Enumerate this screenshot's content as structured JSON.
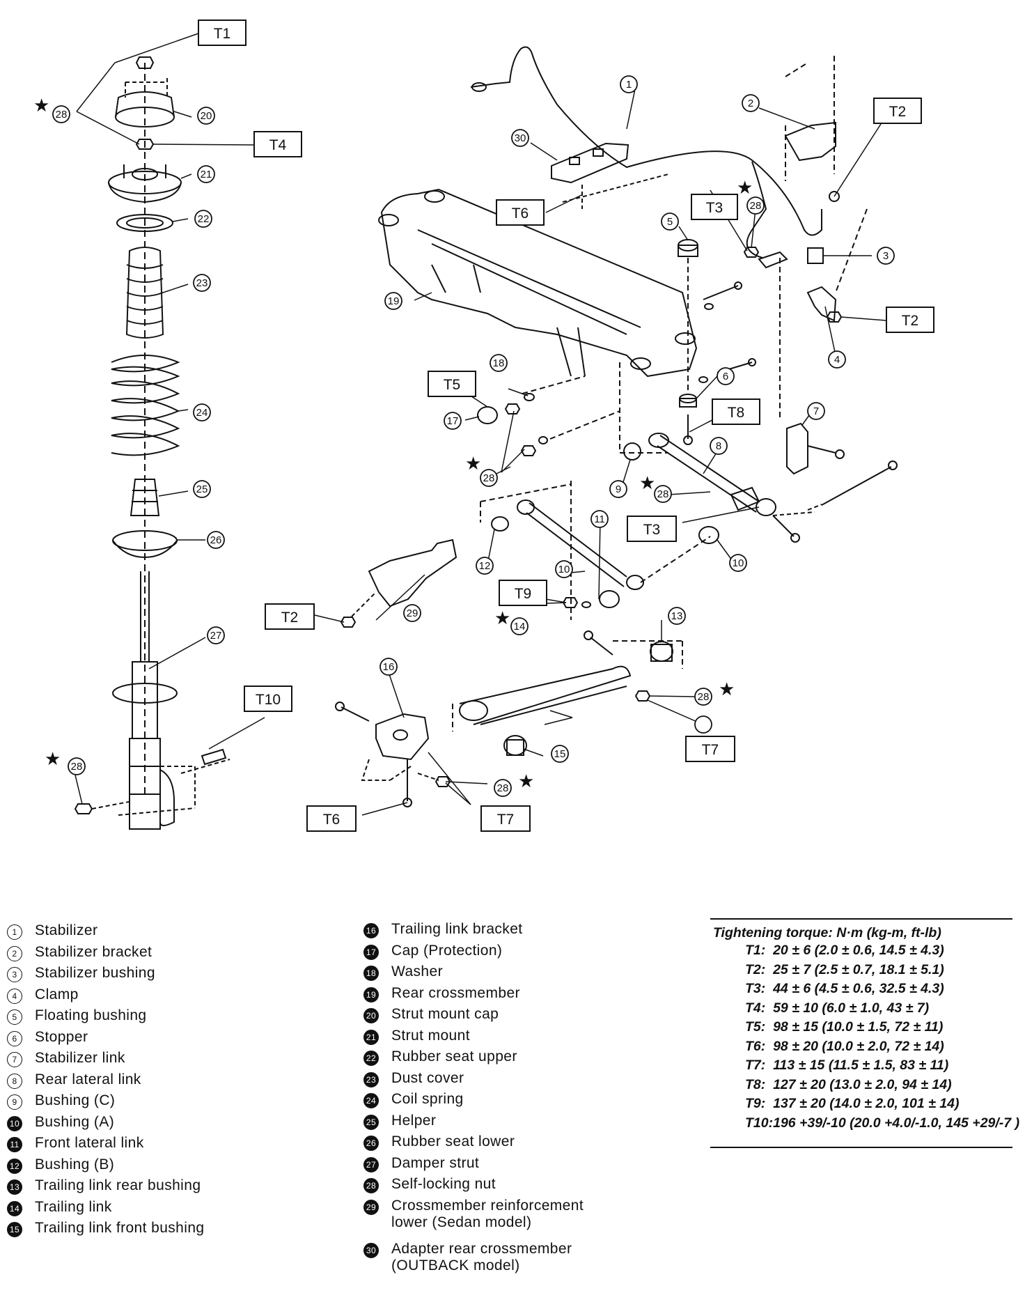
{
  "diagram": {
    "torque_boxes": {
      "t1": "T1",
      "t4": "T4",
      "t6a": "T6",
      "t3a": "T3",
      "t2a": "T2",
      "t2b": "T2",
      "t5": "T5",
      "t8": "T8",
      "t3b": "T3",
      "t9": "T9",
      "t2c": "T2",
      "t10": "T10",
      "t6b": "T6",
      "t7a": "T7",
      "t7b": "T7"
    },
    "callouts": {
      "c1": "1",
      "c2": "2",
      "c3": "3",
      "c4": "4",
      "c5": "5",
      "c6": "6",
      "c7": "7",
      "c8": "8",
      "c9": "9",
      "c10a": "10",
      "c10b": "10",
      "c11": "11",
      "c12": "12",
      "c13": "13",
      "c14": "14",
      "c15": "15",
      "c16": "16",
      "c17": "17",
      "c18": "18",
      "c19": "19",
      "c20": "20",
      "c21": "21",
      "c22": "22",
      "c23": "23",
      "c24": "24",
      "c25": "25",
      "c26": "26",
      "c27": "27",
      "c28a": "28",
      "c28b": "28",
      "c28c": "28",
      "c28d": "28",
      "c28e": "28",
      "c28f": "28",
      "c28g": "28",
      "c28h": "28",
      "c29": "29",
      "c30": "30"
    },
    "star_glyph": "★"
  },
  "legend_left": [
    {
      "num": "1",
      "label": "Stabilizer"
    },
    {
      "num": "2",
      "label": "Stabilizer bracket"
    },
    {
      "num": "3",
      "label": "Stabilizer bushing"
    },
    {
      "num": "4",
      "label": "Clamp"
    },
    {
      "num": "5",
      "label": "Floating bushing"
    },
    {
      "num": "6",
      "label": "Stopper"
    },
    {
      "num": "7",
      "label": "Stabilizer link"
    },
    {
      "num": "8",
      "label": "Rear lateral link"
    },
    {
      "num": "9",
      "label": "Bushing (C)"
    },
    {
      "num": "10",
      "label": "Bushing (A)"
    },
    {
      "num": "11",
      "label": "Front lateral link"
    },
    {
      "num": "12",
      "label": "Bushing (B)"
    },
    {
      "num": "13",
      "label": "Trailing link rear bushing"
    },
    {
      "num": "14",
      "label": "Trailing link"
    },
    {
      "num": "15",
      "label": "Trailing link front bushing"
    }
  ],
  "legend_mid": [
    {
      "num": "16",
      "label": "Trailing link bracket"
    },
    {
      "num": "17",
      "label": "Cap (Protection)"
    },
    {
      "num": "18",
      "label": "Washer"
    },
    {
      "num": "19",
      "label": "Rear crossmember"
    },
    {
      "num": "20",
      "label": "Strut mount cap"
    },
    {
      "num": "21",
      "label": "Strut mount"
    },
    {
      "num": "22",
      "label": "Rubber seat upper"
    },
    {
      "num": "23",
      "label": "Dust cover"
    },
    {
      "num": "24",
      "label": "Coil spring"
    },
    {
      "num": "25",
      "label": "Helper"
    },
    {
      "num": "26",
      "label": "Rubber seat lower"
    },
    {
      "num": "27",
      "label": "Damper strut"
    },
    {
      "num": "28",
      "label": "Self-locking nut"
    },
    {
      "num": "29",
      "label": "Crossmember reinforcement\nlower (Sedan model)"
    },
    {
      "num": "30",
      "label": "Adapter rear crossmember\n(OUTBACK model)"
    }
  ],
  "torque": {
    "title": "Tightening torque: N·m (kg-m, ft-lb)",
    "rows": [
      "T1:  20 ± 6 (2.0 ± 0.6, 14.5 ± 4.3)",
      "T2:  25 ± 7 (2.5 ± 0.7, 18.1 ± 5.1)",
      "T3:  44 ± 6 (4.5 ± 0.6, 32.5 ± 4.3)",
      "T4:  59 ± 10 (6.0 ± 1.0, 43 ± 7)",
      "T5:  98 ± 15 (10.0 ± 1.5, 72 ± 11)",
      "T6:  98 ± 20 (10.0 ± 2.0, 72 ± 14)",
      "T7:  113 ± 15 (11.5 ± 1.5, 83 ± 11)",
      "T8:  127 ± 20 (13.0 ± 2.0, 94 ± 14)",
      "T9:  137 ± 20 (14.0 ± 2.0, 101 ± 14)",
      "T10:196 +39/-10 (20.0 +4.0/-1.0, 145 +29/-7 )"
    ]
  }
}
